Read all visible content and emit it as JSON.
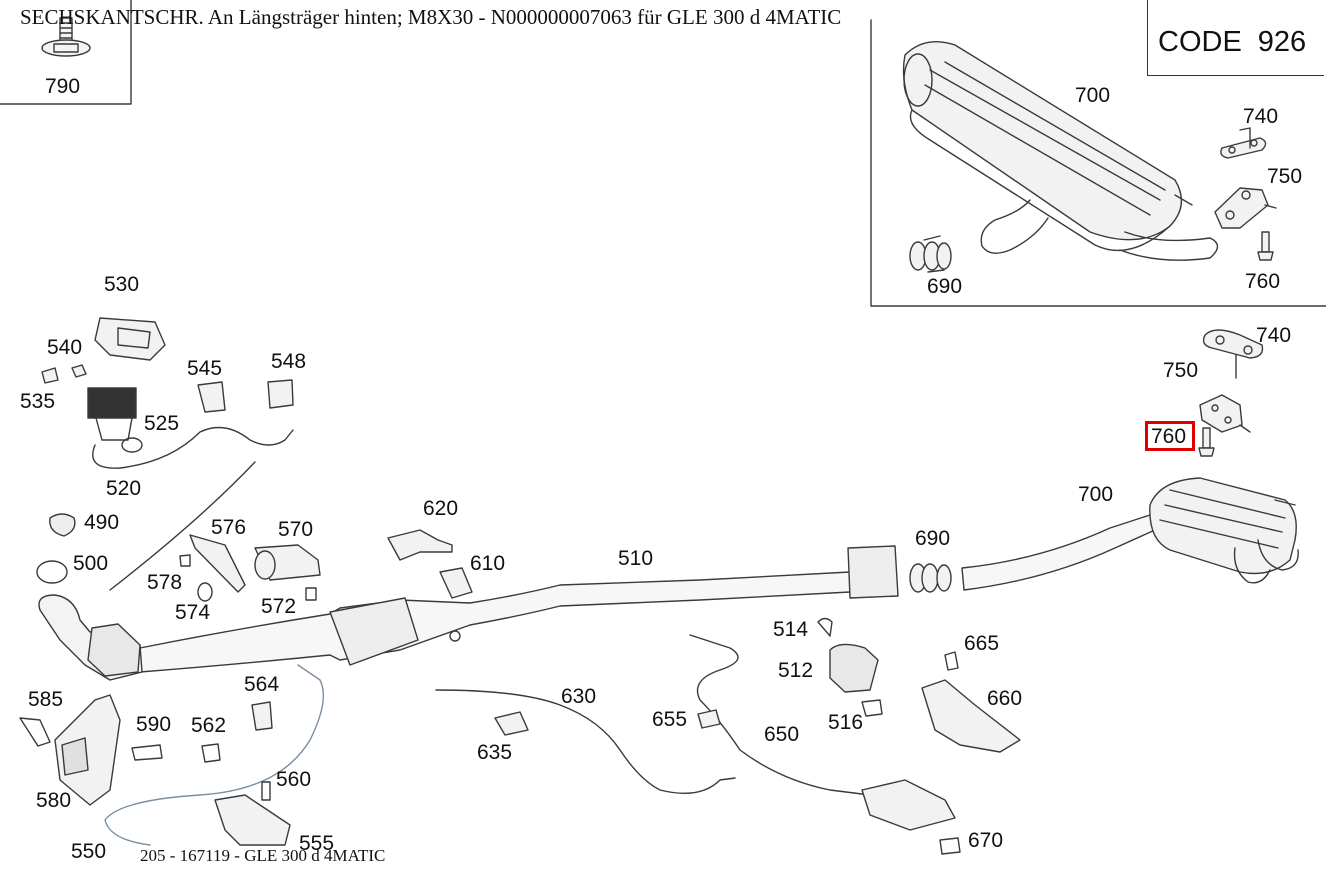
{
  "diagram": {
    "title": "SECHSKANTSCHR. An Längsträger hinten; M8X30 - N000000007063 für GLE 300 d 4MATIC",
    "code_label": "CODE",
    "code_value": "926",
    "footer": "205 - 167119 - GLE 300 d 4MATIC",
    "highlight_color": "#e00000",
    "highlighted_part": "760",
    "inset_labels": {
      "p790": "790",
      "p700": "700",
      "p740": "740",
      "p750": "750",
      "p760": "760",
      "p690": "690"
    },
    "labels": {
      "p530": "530",
      "p540": "540",
      "p535": "535",
      "p545": "545",
      "p548": "548",
      "p525": "525",
      "p520": "520",
      "p490": "490",
      "p500": "500",
      "p576": "576",
      "p570": "570",
      "p578": "578",
      "p574": "574",
      "p572": "572",
      "p620": "620",
      "p610": "610",
      "p510": "510",
      "p690": "690",
      "p700": "700",
      "p740": "740",
      "p750": "750",
      "p760": "760",
      "p514": "514",
      "p512": "512",
      "p516": "516",
      "p665": "665",
      "p660": "660",
      "p670": "670",
      "p650": "650",
      "p655": "655",
      "p630": "630",
      "p635": "635",
      "p585": "585",
      "p580": "580",
      "p590": "590",
      "p562": "562",
      "p564": "564",
      "p560": "560",
      "p555": "555",
      "p550": "550"
    }
  }
}
